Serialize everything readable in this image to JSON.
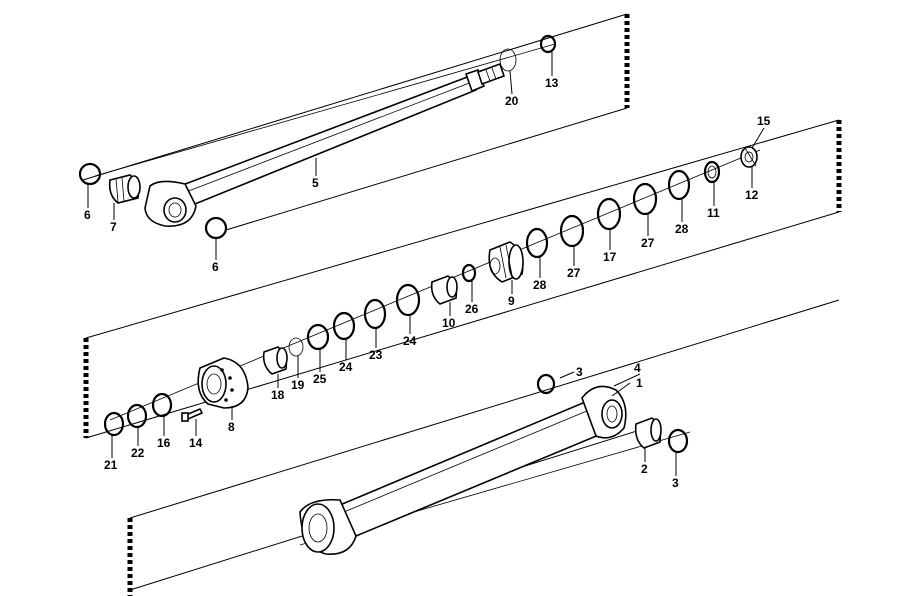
{
  "labels": [
    {
      "id": "p1",
      "text": "1"
    },
    {
      "id": "p2",
      "text": "2"
    },
    {
      "id": "p3a",
      "text": "3"
    },
    {
      "id": "p3b",
      "text": "3"
    },
    {
      "id": "p4",
      "text": "4"
    },
    {
      "id": "p5",
      "text": "5"
    },
    {
      "id": "p6a",
      "text": "6"
    },
    {
      "id": "p6b",
      "text": "6"
    },
    {
      "id": "p7",
      "text": "7"
    },
    {
      "id": "p8",
      "text": "8"
    },
    {
      "id": "p9",
      "text": "9"
    },
    {
      "id": "p10",
      "text": "10"
    },
    {
      "id": "p11",
      "text": "11"
    },
    {
      "id": "p12",
      "text": "12"
    },
    {
      "id": "p13",
      "text": "13"
    },
    {
      "id": "p14",
      "text": "14"
    },
    {
      "id": "p15",
      "text": "15"
    },
    {
      "id": "p16",
      "text": "16"
    },
    {
      "id": "p17",
      "text": "17"
    },
    {
      "id": "p18",
      "text": "18"
    },
    {
      "id": "p19",
      "text": "19"
    },
    {
      "id": "p20",
      "text": "20"
    },
    {
      "id": "p21",
      "text": "21"
    },
    {
      "id": "p22",
      "text": "22"
    },
    {
      "id": "p23",
      "text": "23"
    },
    {
      "id": "p24a",
      "text": "24"
    },
    {
      "id": "p24b",
      "text": "24"
    },
    {
      "id": "p25",
      "text": "25"
    },
    {
      "id": "p26",
      "text": "26"
    },
    {
      "id": "p27a",
      "text": "27"
    },
    {
      "id": "p27b",
      "text": "27"
    },
    {
      "id": "p28a",
      "text": "28"
    },
    {
      "id": "p28b",
      "text": "28"
    }
  ]
}
